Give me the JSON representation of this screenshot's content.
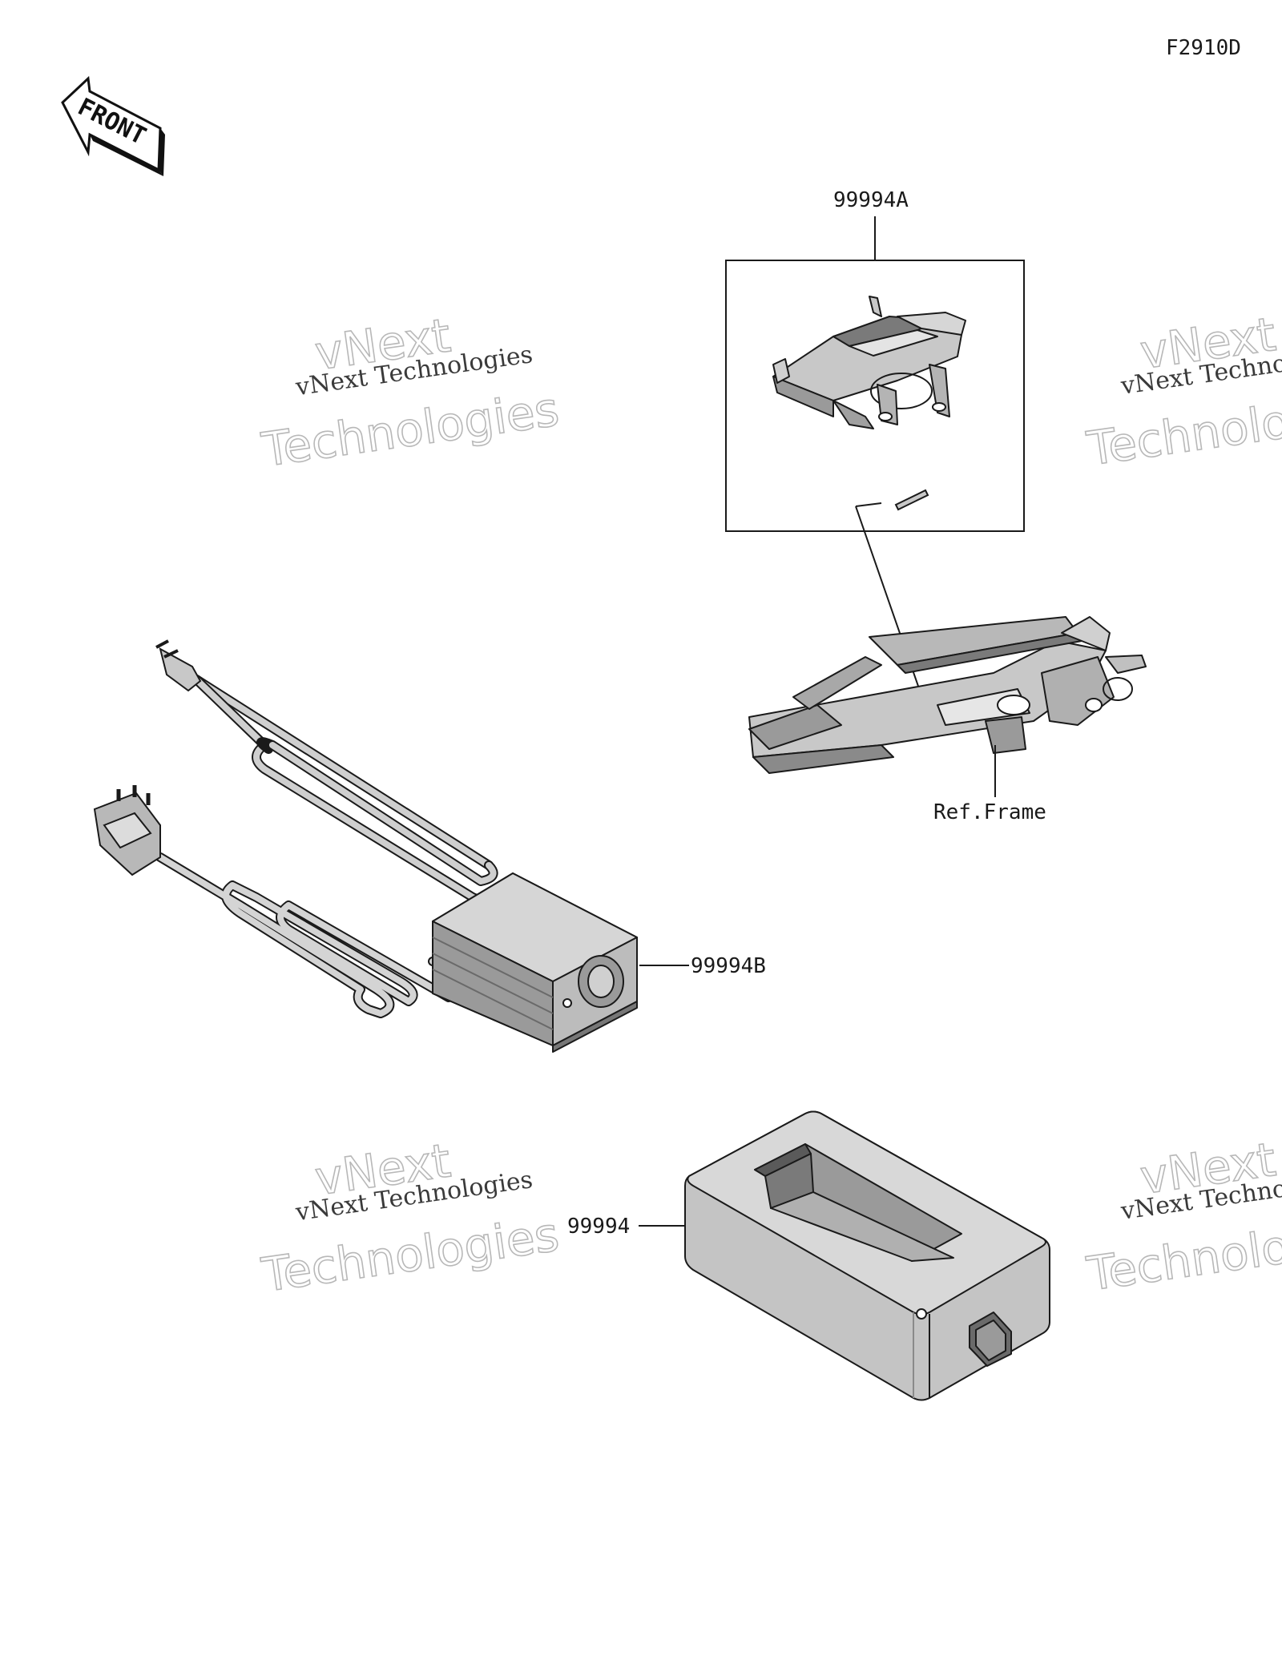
{
  "diagram_code": "F2910D",
  "front_label": "FRONT",
  "callouts": {
    "battery_kit": "99994A",
    "charger": "99994B",
    "charging_dock": "99994",
    "frame_ref": "Ref.Frame"
  },
  "watermarks": [
    {
      "line1": "vNext Technologies",
      "line2": "vNext",
      "line3": "Technologies"
    },
    {
      "line1": "vNext Technologies",
      "line2": "vNext",
      "line3": "Technologies"
    },
    {
      "line1": "vNext Technologies",
      "line2": "vNext",
      "line3": "Technologies"
    },
    {
      "line1": "vNext Technologies",
      "line2": "vNext",
      "line3": "Technologies"
    }
  ],
  "colors": {
    "line": "#1a1a1a",
    "part_fill": "#c8c8c8",
    "part_dark": "#7a7a7a",
    "part_light": "#e4e4e4"
  }
}
